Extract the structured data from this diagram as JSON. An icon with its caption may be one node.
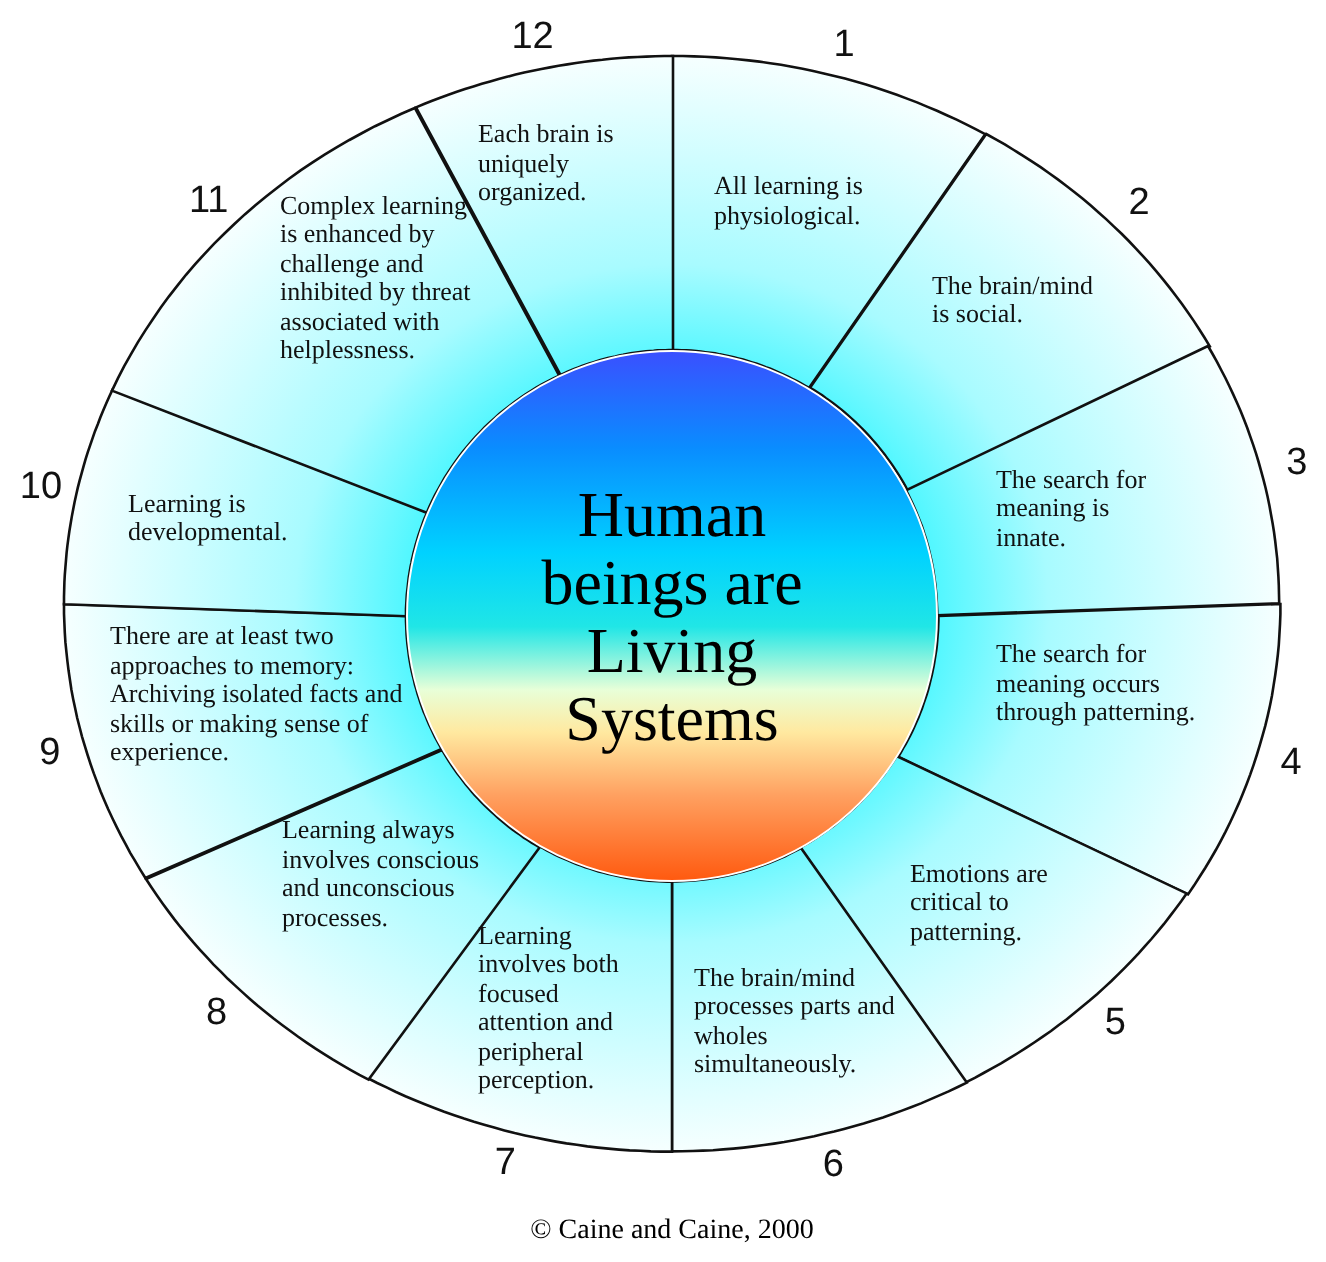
{
  "diagram": {
    "caption": "© Caine and Caine, 2000",
    "nodes": [
      {
        "text": [
          "Human beings are Living Systems"
        ]
      },
      {
        "text": [
          "All learning is physiological."
        ],
        "beside": [
          "1"
        ]
      },
      {
        "text": [
          "The brain/mind is social."
        ],
        "beside": [
          "2"
        ]
      },
      {
        "text": [
          "The search for meaning is innate."
        ],
        "beside": [
          "3"
        ]
      },
      {
        "text": [
          "The search for meaning occurs through patterning."
        ],
        "beside": [
          "4"
        ]
      },
      {
        "text": [
          "Emotions are critical to patterning."
        ],
        "beside": [
          "5"
        ]
      },
      {
        "text": [
          "The brain/mind processes parts and wholes simultaneously."
        ],
        "beside": [
          "6"
        ]
      },
      {
        "text": [
          "Learning involves both focused attention and peripheral perception."
        ],
        "beside": [
          "7"
        ]
      },
      {
        "text": [
          "Learning always involves conscious and unconscious processes."
        ],
        "beside": [
          "8"
        ]
      },
      {
        "text": [
          "There are at least two approaches to memory: Archiving isolated facts and skills or making sense of experience."
        ],
        "beside": [
          "9"
        ]
      },
      {
        "text": [
          "Learning is developmental."
        ],
        "beside": [
          "10"
        ]
      },
      {
        "text": [
          "Complex learning is enhanced by challenge and inhibited by threat associated with helplessness."
        ],
        "beside": [
          "11"
        ]
      },
      {
        "text": [
          "Each brain is uniquely organized."
        ],
        "beside": [
          "12"
        ]
      }
    ]
  }
}
